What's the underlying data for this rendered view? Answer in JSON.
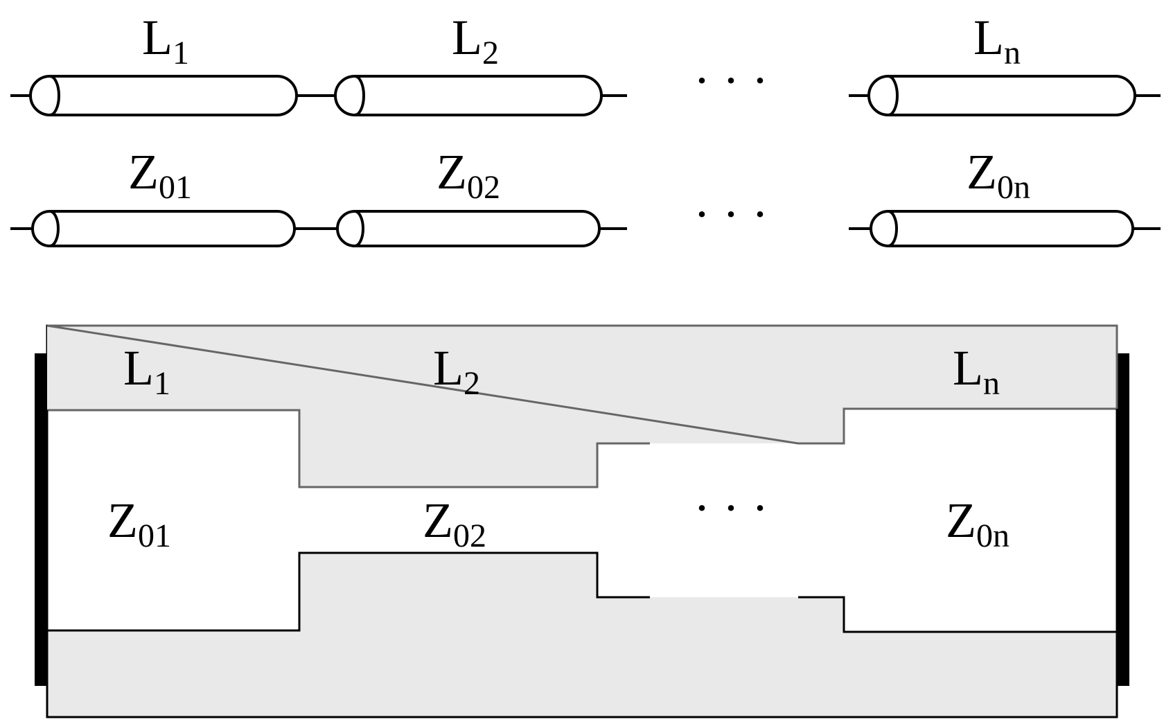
{
  "colors": {
    "line": "#000000",
    "background": "#ffffff",
    "conductor_fill": "#e9e9e9",
    "outline": "#666666"
  },
  "top_diagram": {
    "row_lengths": [
      {
        "main": "L",
        "sub": "1"
      },
      {
        "main": "L",
        "sub": "2"
      },
      {
        "main": "L",
        "sub": "n"
      }
    ],
    "row_impedances": [
      {
        "main": "Z",
        "sub": "01"
      },
      {
        "main": "Z",
        "sub": "02"
      },
      {
        "main": "Z",
        "sub": "0n"
      }
    ],
    "ellipsis": "· · ·"
  },
  "bottom_diagram": {
    "lengths": [
      {
        "main": "L",
        "sub": "1"
      },
      {
        "main": "L",
        "sub": "2"
      },
      {
        "main": "L",
        "sub": "n"
      }
    ],
    "impedances": [
      {
        "main": "Z",
        "sub": "01"
      },
      {
        "main": "Z",
        "sub": "02"
      },
      {
        "main": "Z",
        "sub": "0n"
      }
    ],
    "ellipsis": "· · ·"
  }
}
